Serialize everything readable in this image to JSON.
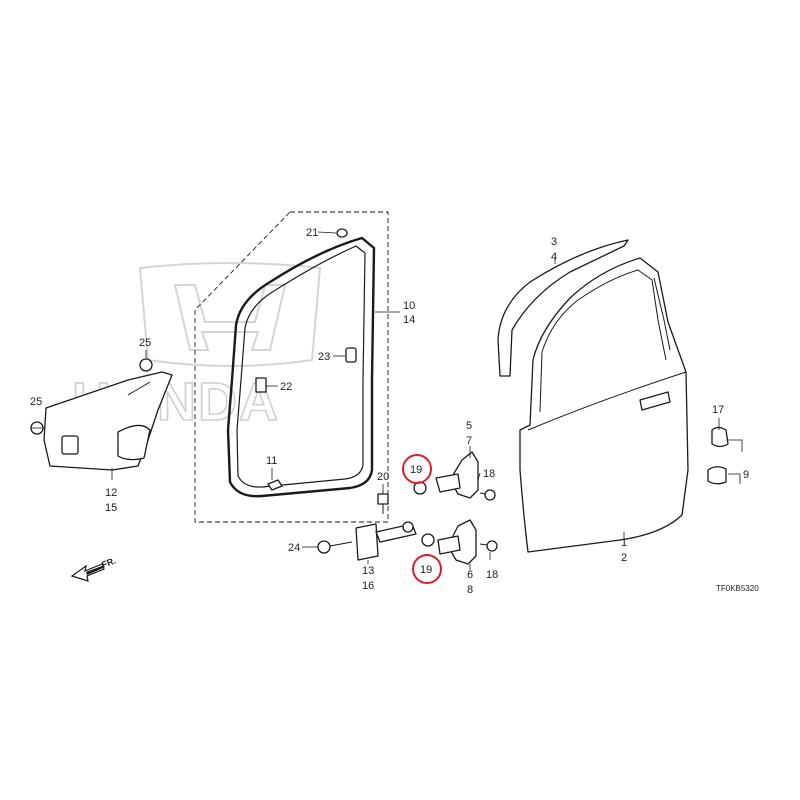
{
  "callouts": [
    {
      "id": "c21",
      "label": "21"
    },
    {
      "id": "c10",
      "label": "10"
    },
    {
      "id": "c14",
      "label": "14"
    },
    {
      "id": "c23",
      "label": "23"
    },
    {
      "id": "c22",
      "label": "22"
    },
    {
      "id": "c11",
      "label": "11"
    },
    {
      "id": "c25a",
      "label": "25"
    },
    {
      "id": "c25b",
      "label": "25"
    },
    {
      "id": "c12",
      "label": "12"
    },
    {
      "id": "c15",
      "label": "15"
    },
    {
      "id": "c3",
      "label": "3"
    },
    {
      "id": "c4",
      "label": "4"
    },
    {
      "id": "c5",
      "label": "5"
    },
    {
      "id": "c7",
      "label": "7"
    },
    {
      "id": "c19a",
      "label": "19"
    },
    {
      "id": "c18a",
      "label": "18"
    },
    {
      "id": "c20",
      "label": "20"
    },
    {
      "id": "c24",
      "label": "24"
    },
    {
      "id": "c13",
      "label": "13"
    },
    {
      "id": "c16",
      "label": "16"
    },
    {
      "id": "c19b",
      "label": "19"
    },
    {
      "id": "c6",
      "label": "6"
    },
    {
      "id": "c8",
      "label": "8"
    },
    {
      "id": "c18b",
      "label": "18"
    },
    {
      "id": "c1",
      "label": "1"
    },
    {
      "id": "c2",
      "label": "2"
    },
    {
      "id": "c17",
      "label": "17"
    },
    {
      "id": "c9",
      "label": "9"
    }
  ],
  "direction_label": "FR.",
  "diagram_code": "TF0KB5320",
  "watermark_text": "HONDA",
  "highlight_color": "#d9202a",
  "line_color": "#1a1a1a"
}
